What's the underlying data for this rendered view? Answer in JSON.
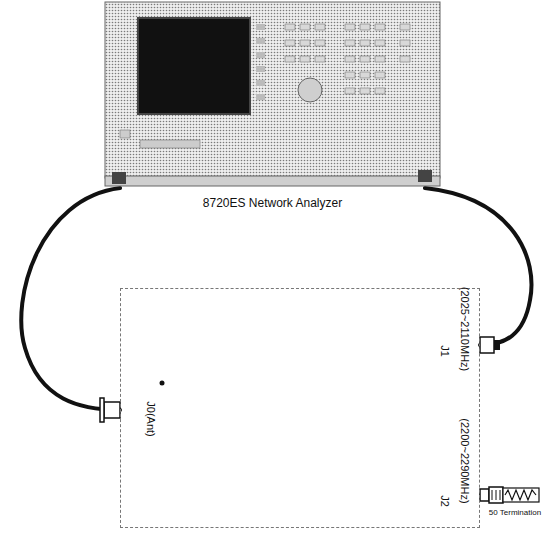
{
  "diagram": {
    "nodes": [
      {
        "text": [
          "8720ES Network Analyzer"
        ]
      },
      {
        "text": [
          "J0(Ant)",
          "J1",
          "(2025~2110MHz)",
          "J2",
          "(2200~2290MHz)"
        ]
      },
      {
        "text": [
          "50 Termination"
        ]
      }
    ],
    "edges": [
      {
        "from": 0,
        "to": 1,
        "arrow": "none"
      },
      {
        "from": 0,
        "to": 1,
        "arrow": "none"
      },
      {
        "from": 1,
        "to": 2,
        "arrow": "none"
      }
    ]
  }
}
